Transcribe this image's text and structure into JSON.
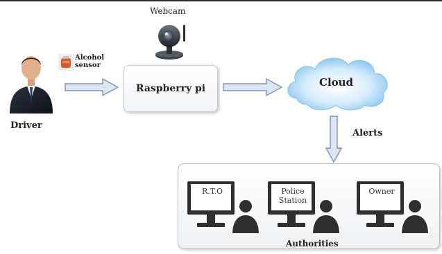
{
  "webcam": {
    "label": "Webcam",
    "icon": "webcam-icon"
  },
  "driver": {
    "label": "Driver",
    "icon": "driver-person-icon"
  },
  "alcohol_sensor": {
    "label": "Alcohol sensor",
    "icon": "alcohol-sensor-icon"
  },
  "raspberry_pi": {
    "label": "Raspberry pi"
  },
  "cloud": {
    "label": "Cloud",
    "icon": "cloud-icon"
  },
  "alerts": {
    "label": "Alerts"
  },
  "authorities": {
    "label": "Authorities",
    "items": [
      {
        "label": "R.T.O",
        "icon": "monitor-user-icon"
      },
      {
        "label": "Police Station",
        "icon": "monitor-user-icon"
      },
      {
        "label": "Owner",
        "icon": "monitor-user-icon"
      }
    ]
  },
  "colors": {
    "arrow_fill": "#dbe6f2",
    "arrow_stroke": "#7c92aa",
    "cloud_fill": "#cfe8fb",
    "cloud_edge": "#73b6e8",
    "icon_dark": "#2f2f2f",
    "monitor_screen": "#ffffff"
  }
}
